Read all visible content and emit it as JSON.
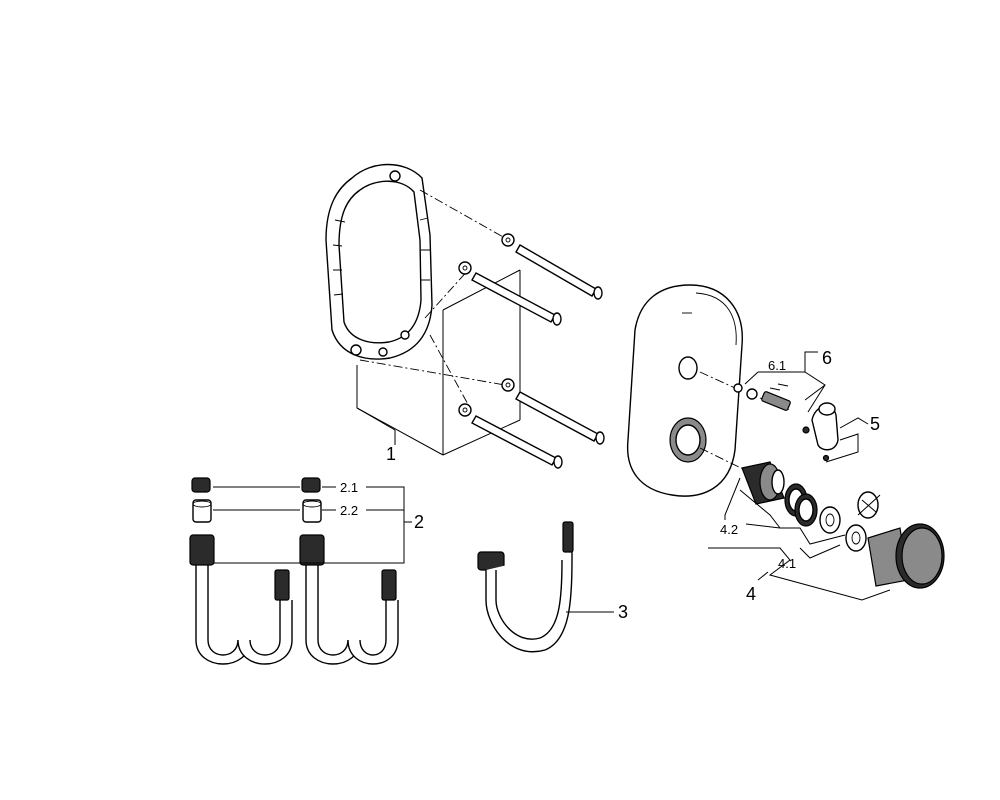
{
  "labels": {
    "p1": "1",
    "p2": "2",
    "p2_1": "2.1",
    "p2_2": "2.2",
    "p3": "3",
    "p4": "4",
    "p4_1": "4.1",
    "p4_2": "4.2",
    "p5": "5",
    "p6": "6",
    "p6_1": "6.1"
  }
}
